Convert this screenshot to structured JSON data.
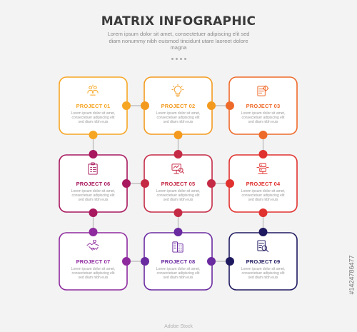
{
  "header": {
    "title": "MATRIX INFOGRAPHIC",
    "subtitle": "Lorem ipsum dolor sit amet, consectetuer adipiscing elit sed diam nonummy nibh euismod tincidunt utare laoreet dolore magna"
  },
  "footer": {
    "watermark": "Adobe Stock",
    "stock_id": "#1424786477"
  },
  "projects": [
    {
      "title": "PROJECT 01",
      "desc": "Lorem ipsum dolor sit amet, consectetuer adipiscing elit sed diam nibh euis",
      "color": "#f6a623",
      "icon": "lightbulb-people-icon"
    },
    {
      "title": "PROJECT 02",
      "desc": "Lorem ipsum dolor sit amet, consectetuer adipiscing elit sed diam nibh euis",
      "color": "#f39a1e",
      "icon": "lightbulb-icon"
    },
    {
      "title": "PROJECT 03",
      "desc": "Lorem ipsum dolor sit amet, consectetuer adipiscing elit sed diam nibh euis",
      "color": "#ee6a2a",
      "icon": "document-settings-icon"
    },
    {
      "title": "PROJECT 06",
      "desc": "Lorem ipsum dolor sit amet, consectetuer adipiscing elit sed diam nibh euis",
      "color": "#a8185e",
      "icon": "clipboard-icon"
    },
    {
      "title": "PROJECT 05",
      "desc": "Lorem ipsum dolor sit amet, consectetuer adipiscing elit sed diam nibh euis",
      "color": "#c52a45",
      "icon": "presentation-search-icon"
    },
    {
      "title": "PROJECT 04",
      "desc": "Lorem ipsum dolor sit amet, consectetuer adipiscing elit sed diam nibh euis",
      "color": "#e0312e",
      "icon": "server-network-icon"
    },
    {
      "title": "PROJECT 07",
      "desc": "Lorem ipsum dolor sit amet, consectetuer adipiscing elit sed diam nibh euis",
      "color": "#8e2a9e",
      "icon": "handshake-icon"
    },
    {
      "title": "PROJECT 08",
      "desc": "Lorem ipsum dolor sit amet, consectetuer adipiscing elit sed diam nibh euis",
      "color": "#6a2aa0",
      "icon": "building-icon"
    },
    {
      "title": "PROJECT 09",
      "desc": "Lorem ipsum dolor sit amet, consectetuer adipiscing elit sed diam nibh euis",
      "color": "#1f1a60",
      "icon": "document-magnifier-icon"
    }
  ],
  "palette": {
    "background": "#f3f3f3",
    "title": "#3a3a3a",
    "connector_dots": [
      "#f6a623",
      "#f39a1e",
      "#ee6a2a",
      "#a8185e",
      "#c52a45",
      "#e0312e",
      "#8e2a9e",
      "#6a2aa0",
      "#1f1a60"
    ]
  }
}
